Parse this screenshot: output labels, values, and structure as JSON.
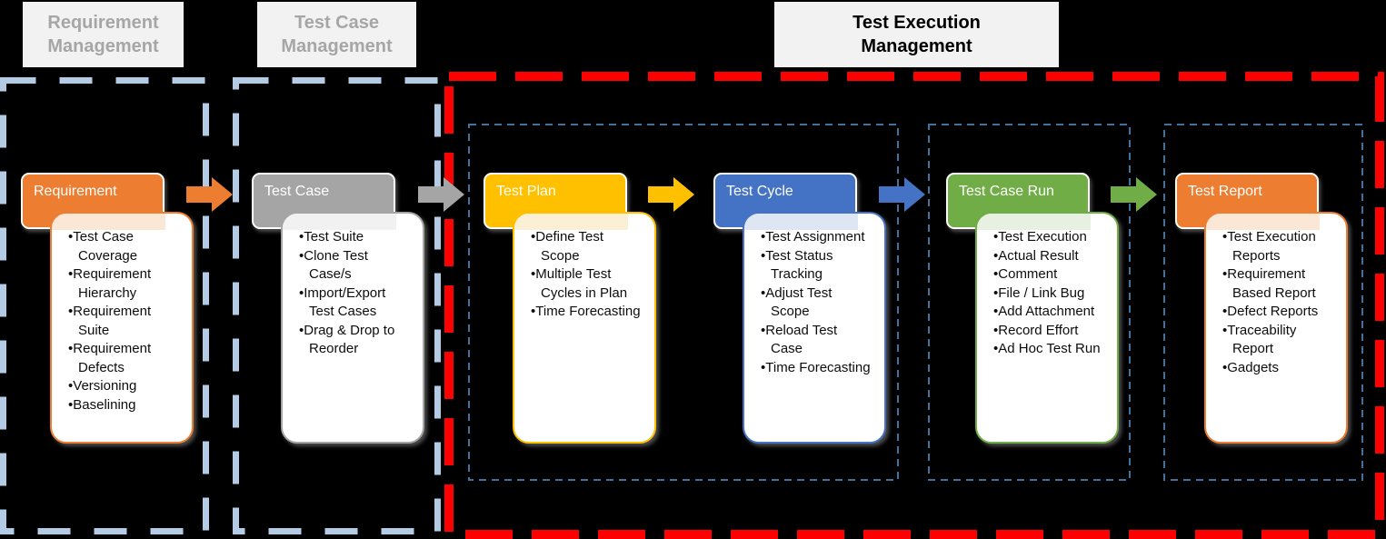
{
  "section_headers": [
    {
      "label": "Requirement Management",
      "text_color": "#A6A6A6",
      "bg": "#F2F2F2"
    },
    {
      "label": "Test Case Management",
      "text_color": "#A6A6A6",
      "bg": "#F2F2F2"
    },
    {
      "label": "Test Execution Management",
      "text_color": "#000000",
      "bg": "#F2F2F2"
    }
  ],
  "groups": {
    "requirement": {
      "border_color": "#B3CBE5"
    },
    "test_case": {
      "border_color": "#B3CBE5"
    },
    "test_execution": {
      "border_color": "#FF0000"
    },
    "inner_plan_cycle": {
      "border_color": "#41719C"
    },
    "inner_case_run": {
      "border_color": "#41719C"
    },
    "inner_report": {
      "border_color": "#41719C"
    }
  },
  "cards": [
    {
      "title": "Requirement",
      "color": "#ED7D31",
      "tint": "#FBE7D5",
      "items": [
        "Test Case Coverage",
        "Requirement Hierarchy",
        "Requirement Suite",
        "Requirement Defects",
        "Versioning",
        "Baselining"
      ]
    },
    {
      "title": "Test Case",
      "color": "#A5A5A5",
      "tint": "#F1F1F1",
      "items": [
        "Test Suite",
        "Clone Test Case/s",
        "Import/Export Test Cases",
        "Drag & Drop to Reorder"
      ]
    },
    {
      "title": "Test Plan",
      "color": "#FFC000",
      "tint": "#FBF0D5",
      "items": [
        "Define Test Scope",
        "Multiple Test Cycles in Plan",
        "Time Forecasting"
      ]
    },
    {
      "title": "Test Cycle",
      "color": "#4472C4",
      "tint": "#DEE6F4",
      "items": [
        "Test Assignment",
        "Test Status Tracking",
        "Adjust Test Scope",
        "Reload Test Case",
        "Time Forecasting"
      ]
    },
    {
      "title": "Test Case Run",
      "color": "#70AD47",
      "tint": "#E8F1E1",
      "items": [
        "Test Execution",
        "Actual Result",
        "Comment",
        "File / Link Bug",
        "Add Attachment",
        "Record Effort",
        "Ad Hoc Test Run"
      ]
    },
    {
      "title": "Test Report",
      "color": "#ED7D31",
      "tint": "#FBE7D5",
      "items": [
        "Test Execution Reports",
        "Requirement Based Report",
        "Defect Reports",
        "Traceability Report",
        "Gadgets"
      ]
    }
  ],
  "arrows": [
    {
      "name": "requirement-to-test-case",
      "color": "#ED7D31"
    },
    {
      "name": "test-case-to-test-plan",
      "color": "#A5A5A5"
    },
    {
      "name": "test-plan-to-test-cycle",
      "color": "#FFC000"
    },
    {
      "name": "test-cycle-to-test-case-run",
      "color": "#4472C4"
    },
    {
      "name": "test-case-run-to-test-report",
      "color": "#70AD47"
    }
  ]
}
